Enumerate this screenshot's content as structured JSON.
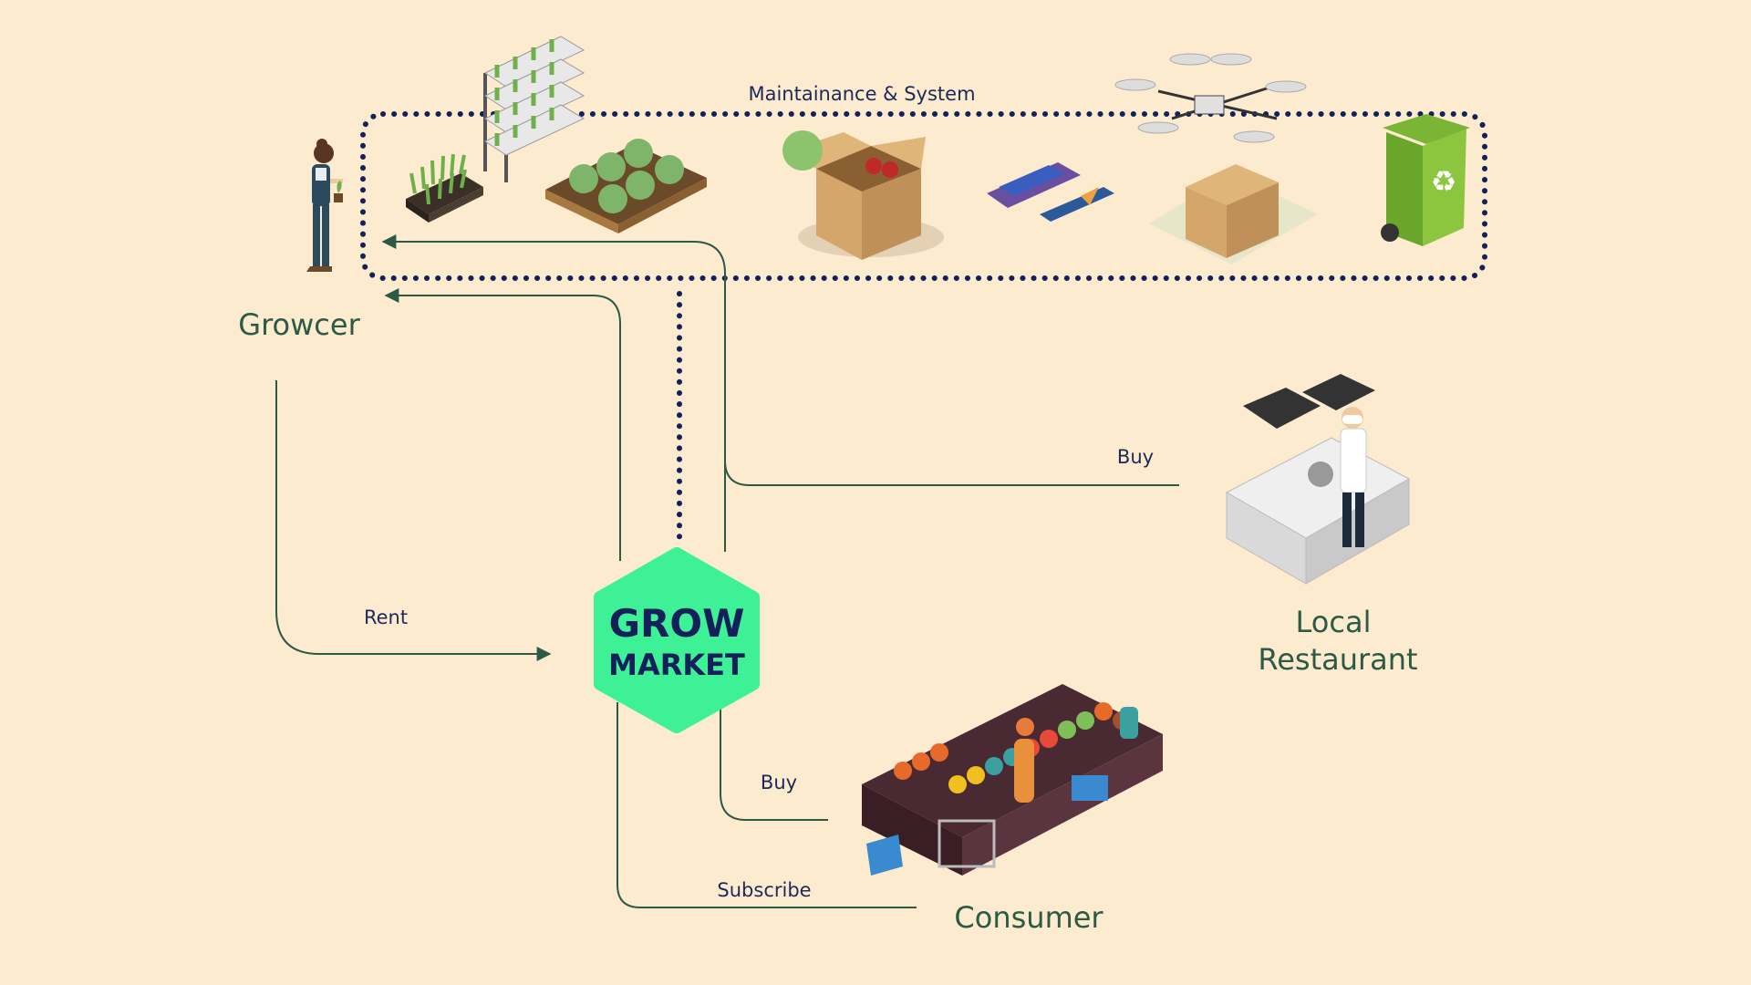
{
  "nodes": {
    "grower": "Growcer",
    "hub_line1": "GROW",
    "hub_line2": "MARKET",
    "restaurant_line1": "Local",
    "restaurant_line2": "Restaurant",
    "consumer": "Consumer"
  },
  "edges": {
    "system": "Maintainance & System",
    "rent": "Rent",
    "restaurant_buy": "Buy",
    "consumer_buy": "Buy",
    "subscribe": "Subscribe"
  },
  "colors": {
    "background": "#fdebd0",
    "flow_line": "#2c5a45",
    "dotted_loop": "#14205a",
    "hub": "#3ef196",
    "label_text": "#1c2a5a",
    "node_text": "#2c5a45"
  },
  "icons": [
    "farmer-illustration",
    "seedling-tray-icon",
    "vertical-farm-rack-icon",
    "cabbage-planter-icon",
    "produce-box-icon",
    "payment-terminal-icon",
    "delivery-drone-icon",
    "recycle-bin-icon",
    "chef-kitchen-illustration",
    "market-stall-illustration"
  ]
}
